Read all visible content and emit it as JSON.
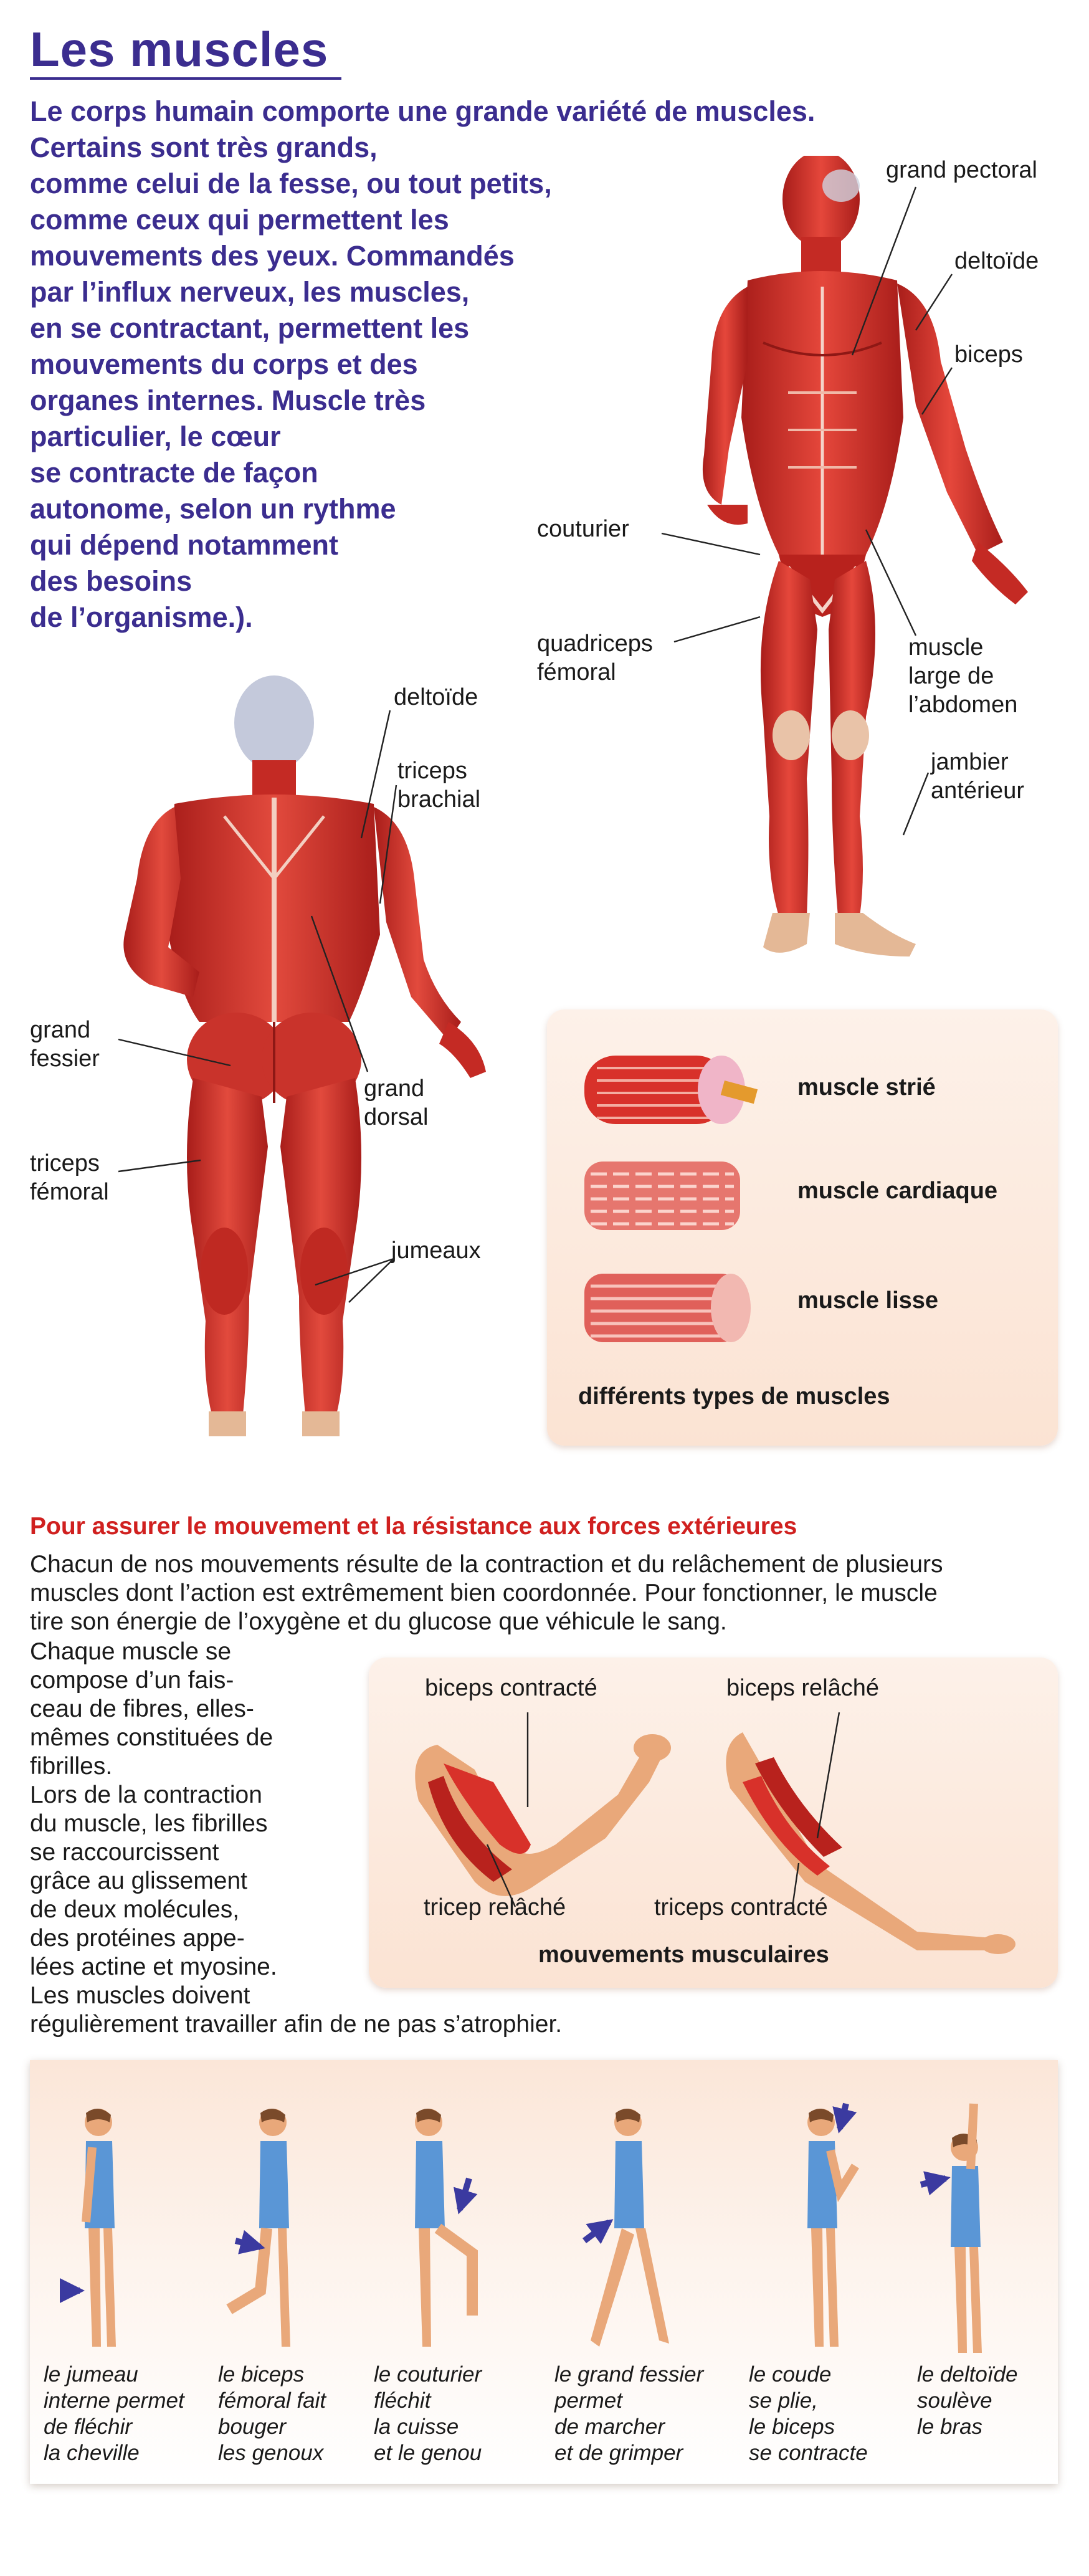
{
  "header": {
    "title": "Les muscles",
    "intro_lines": [
      "Le corps humain comporte une grande variété de muscles.",
      "Certains sont très grands,",
      "comme celui de la fesse, ou tout petits,",
      "comme ceux qui permettent les",
      "mouvements des yeux. Commandés",
      "par l’influx nerveux, les muscles,",
      "en se contractant, permettent les",
      "mouvements du corps et des",
      "organes internes. Muscle très",
      "particulier, le cœur",
      "se contracte de façon",
      "autonome, selon un rythme",
      "qui dépend notamment",
      "des besoins",
      "de l’organisme.)."
    ]
  },
  "front_figure": {
    "labels": {
      "grand_pectoral": [
        "grand pectoral"
      ],
      "deltoide": [
        "deltoïde"
      ],
      "biceps": [
        "biceps"
      ],
      "couturier": [
        "couturier"
      ],
      "quadriceps": [
        "quadriceps",
        "fémoral"
      ],
      "muscle_large": [
        "muscle",
        "large de",
        "l’abdomen"
      ],
      "jambier": [
        "jambier",
        "antérieur"
      ]
    }
  },
  "back_figure": {
    "labels": {
      "deltoide": [
        "deltoïde"
      ],
      "triceps_brachial": [
        "triceps",
        "brachial"
      ],
      "grand_fessier": [
        "grand",
        "fessier"
      ],
      "grand_dorsal": [
        "grand",
        "dorsal"
      ],
      "triceps_femoral": [
        "triceps",
        "fémoral"
      ],
      "jumeaux": [
        "jumeaux"
      ]
    }
  },
  "muscle_types": {
    "items": [
      "muscle strié",
      "muscle cardiaque",
      "muscle lisse"
    ],
    "caption": "différents types de muscles"
  },
  "section": {
    "heading": "Pour assurer le mouvement et la résistance aux forces extérieures",
    "paragraph_lines": [
      "Chacun de nos mouvements résulte de la contraction et du relâchement de plusieurs",
      "muscles dont l’action est extrêmement bien coordonnée. Pour fonctionner, le muscle",
      "tire son énergie de l’oxygène et du glucose que véhicule le sang."
    ],
    "side_lines": [
      "Chaque muscle se",
      "compose d’un fais-",
      "ceau de fibres, elles-",
      "mêmes constituées de",
      "fibrilles.",
      "Lors de la contraction",
      "du muscle, les fibrilles",
      "se raccourcissent",
      "grâce au glissement",
      "de deux molécules,",
      "des protéines appe-",
      "lées actine et myosine.",
      "Les muscles doivent"
    ],
    "final_line": "régulièrement travailler afin de ne pas s’atrophier."
  },
  "arm_diagram": {
    "biceps_contracte": "biceps contracté",
    "biceps_relache": "biceps relâché",
    "tricep_relache": "tricep relâché",
    "triceps_contracte": "triceps contracté",
    "caption": "mouvements musculaires"
  },
  "poses": [
    {
      "caption": [
        "le jumeau",
        "interne permet",
        "de fléchir",
        "la cheville"
      ]
    },
    {
      "caption": [
        "le biceps",
        "fémoral fait",
        "bouger",
        "les genoux"
      ]
    },
    {
      "caption": [
        "le couturier",
        "fléchit",
        "la cuisse",
        "et le genou"
      ]
    },
    {
      "caption": [
        "le grand fessier",
        "permet",
        "de marcher",
        "et de grimper"
      ]
    },
    {
      "caption": [
        "le coude",
        "se plie,",
        "le biceps",
        "se contracte"
      ]
    },
    {
      "caption": [
        "le deltoïde",
        "soulève",
        "le bras"
      ]
    }
  ],
  "colors": {
    "title": "#3b2d8f",
    "section_heading": "#d0201f",
    "muscle_red": "#d8312a",
    "muscle_dark": "#a81d1a",
    "skin": "#e9a87a",
    "swimsuit": "#5a96d6",
    "arrow": "#3b3aa0",
    "panel_bg": "#fbe3d3"
  }
}
